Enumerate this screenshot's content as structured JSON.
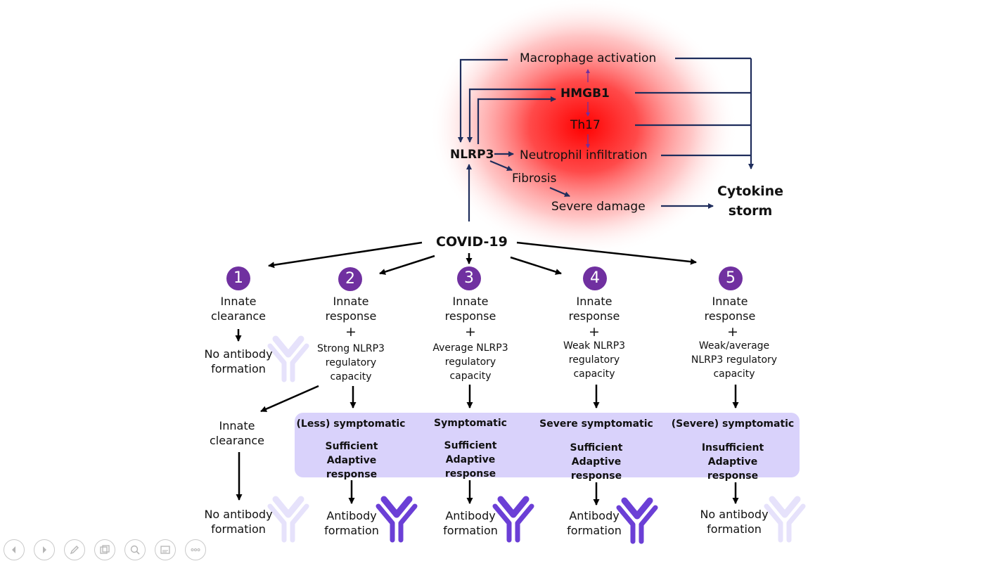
{
  "diagram": {
    "top": {
      "macrophage": "Macrophage activation",
      "hmgb1": "HMGB1",
      "th17": "Th17",
      "nlrp3": "NLRP3",
      "neutrophil": "Neutrophil infiltration",
      "fibrosis": "Fibrosis",
      "severe_damage": "Severe damage",
      "cytokine_storm": "Cytokine storm",
      "covid": "COVID-19"
    },
    "scenarios": [
      {
        "number": "1",
        "response": "Innate clearance",
        "result": "No antibody formation"
      },
      {
        "number": "2",
        "response": "Innate response",
        "plus": "+",
        "capacity": "Strong NLRP3 regulatory capacity",
        "symptom": "(Less) symptomatic",
        "adaptive": "Sufficient Adaptive response",
        "result": "Antibody formation"
      },
      {
        "number": "3",
        "response": "Innate response",
        "plus": "+",
        "capacity": "Average NLRP3 regulatory capacity",
        "symptom": "Symptomatic",
        "adaptive": "Sufficient Adaptive response",
        "result": "Antibody formation"
      },
      {
        "number": "4",
        "response": "Innate response",
        "plus": "+",
        "capacity": "Weak NLRP3 regulatory capacity",
        "symptom": "Severe symptomatic",
        "adaptive": "Sufficient Adaptive response",
        "result": "Antibody formation"
      },
      {
        "number": "5",
        "response": "Innate response",
        "plus": "+",
        "capacity": "Weak/average NLRP3 regulatory capacity",
        "symptom": "(Severe) symptomatic",
        "adaptive": "Insufficient Adaptive response",
        "result": "No antibody formation"
      }
    ],
    "branch2_alt": {
      "response": "Innate clearance",
      "result": "No antibody formation"
    }
  },
  "colors": {
    "navy_arrow": "#1f2d5c",
    "purple_arrow": "#7030a0",
    "circle": "#7030a0",
    "band": "#d9d2fb",
    "antibody_strong": "#6b3fd6",
    "antibody_faint": "#e6e2fb",
    "glow": "#ff0000"
  },
  "icons": [
    "antibody-icon",
    "previous-icon",
    "next-icon",
    "pen-icon",
    "slides-icon",
    "zoom-icon",
    "subtitles-icon",
    "more-icon"
  ]
}
